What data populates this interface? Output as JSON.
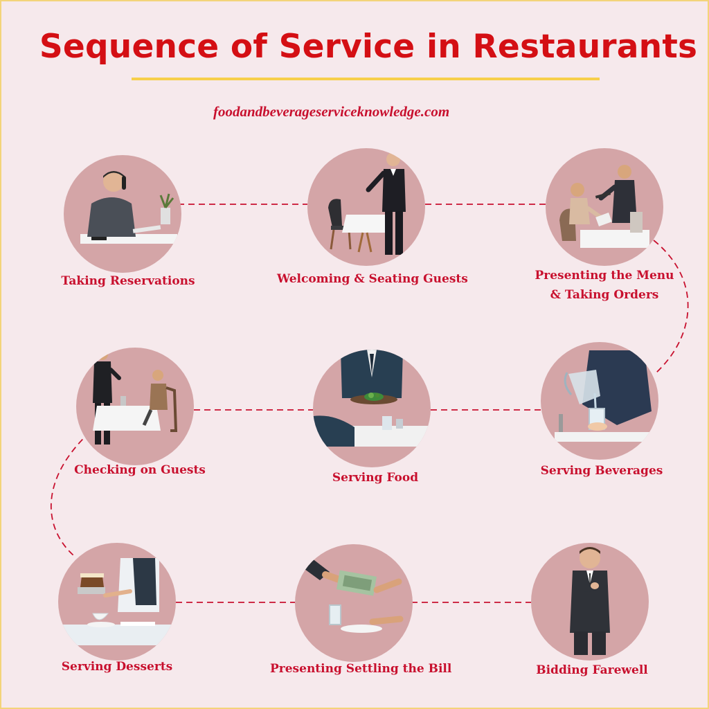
{
  "title": "Sequence of Service in Restaurants",
  "website": "foodandbeverageserviceknowledge.com",
  "colors": {
    "title": "#d40f14",
    "accent_rule": "#f7cf4a",
    "label": "#c8102e",
    "circle": "#d4a5a7",
    "background": "#f6e9ec",
    "connector": "#c8102e"
  },
  "steps": [
    {
      "label": "Taking Reservations",
      "icon": "telephone-reservation-icon"
    },
    {
      "label": "Welcoming & Seating Guests",
      "icon": "host-seating-icon"
    },
    {
      "label": "Presenting the Menu\n& Taking Orders",
      "icon": "menu-order-icon"
    },
    {
      "label": "Serving Beverages",
      "icon": "pouring-water-icon"
    },
    {
      "label": "Serving Food",
      "icon": "serving-plate-icon"
    },
    {
      "label": "Checking on Guests",
      "icon": "waiter-check-icon"
    },
    {
      "label": "Serving Desserts",
      "icon": "dessert-cake-icon"
    },
    {
      "label": "Presenting Settling the Bill",
      "icon": "cash-payment-icon"
    },
    {
      "label": "Bidding Farewell",
      "icon": "farewell-host-icon"
    }
  ]
}
